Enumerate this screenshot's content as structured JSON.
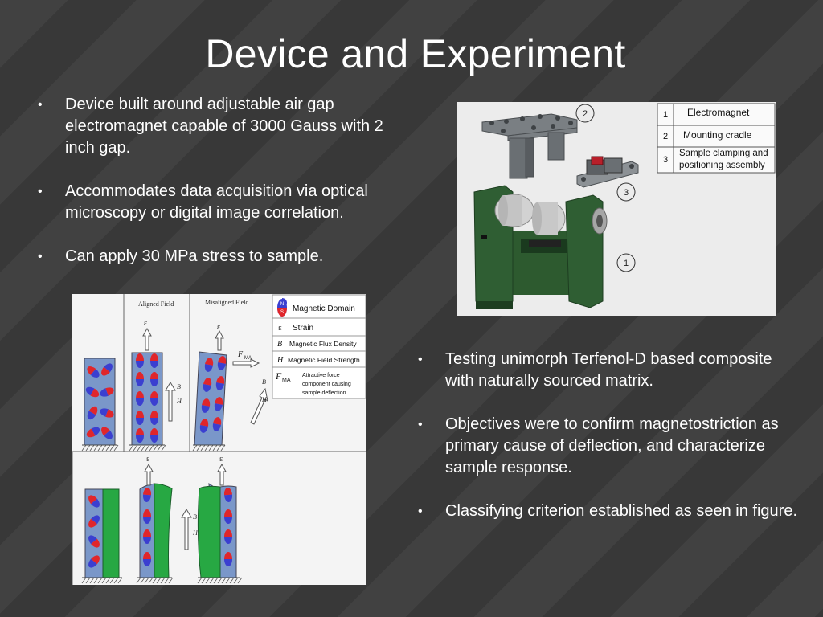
{
  "slide": {
    "title": "Device and Experiment",
    "left_bullets": [
      "Device built around adjustable air gap electromagnet capable of 3000 Gauss with 2 inch gap.",
      "Accommodates data acquisition via optical microscopy or digital image correlation.",
      "Can apply 30 MPa stress to sample."
    ],
    "right_bullets": [
      "Testing unimorph Terfenol-D based composite with naturally sourced matrix.",
      "Objectives were to confirm magnetostriction as primary cause of deflection, and characterize sample response.",
      "Classifying criterion established as seen in figure."
    ],
    "bullet_glyph": "•"
  },
  "device_figure": {
    "parts_table": [
      {
        "num": "1",
        "label": "Electromagnet"
      },
      {
        "num": "2",
        "label": "Mounting cradle"
      },
      {
        "num": "3",
        "label": "Sample clamping and positioning assembly"
      }
    ],
    "callouts": [
      "2",
      "3",
      "1"
    ],
    "colors": {
      "magnet": "#2d5a2f",
      "cradle": "#6e7377",
      "coil_cap": "#c8c8c8"
    }
  },
  "diagram_figure": {
    "headers": [
      "Aligned Field",
      "Misaligned Field"
    ],
    "legend": {
      "domain_n": "N",
      "domain_s": "S",
      "domain": "Magnetic Domain",
      "strain_sym": "ε",
      "strain": "Strain",
      "b_sym": "B",
      "b": "Magnetic Flux Density",
      "h_sym": "H",
      "h": "Magnetic Field Strength",
      "f_sym": "F",
      "f_sub": "MA",
      "f_text": [
        "Attractive force",
        "component causing",
        "sample deflection"
      ]
    },
    "epsilon": "ε",
    "b_label": "B",
    "h_label": "H",
    "f_label": "F",
    "f_sub": "MA",
    "colors": {
      "sample": "#7a97c9",
      "matrix": "#27a843",
      "domain_red": "#e0262b",
      "domain_blue": "#3b3fd0"
    }
  }
}
